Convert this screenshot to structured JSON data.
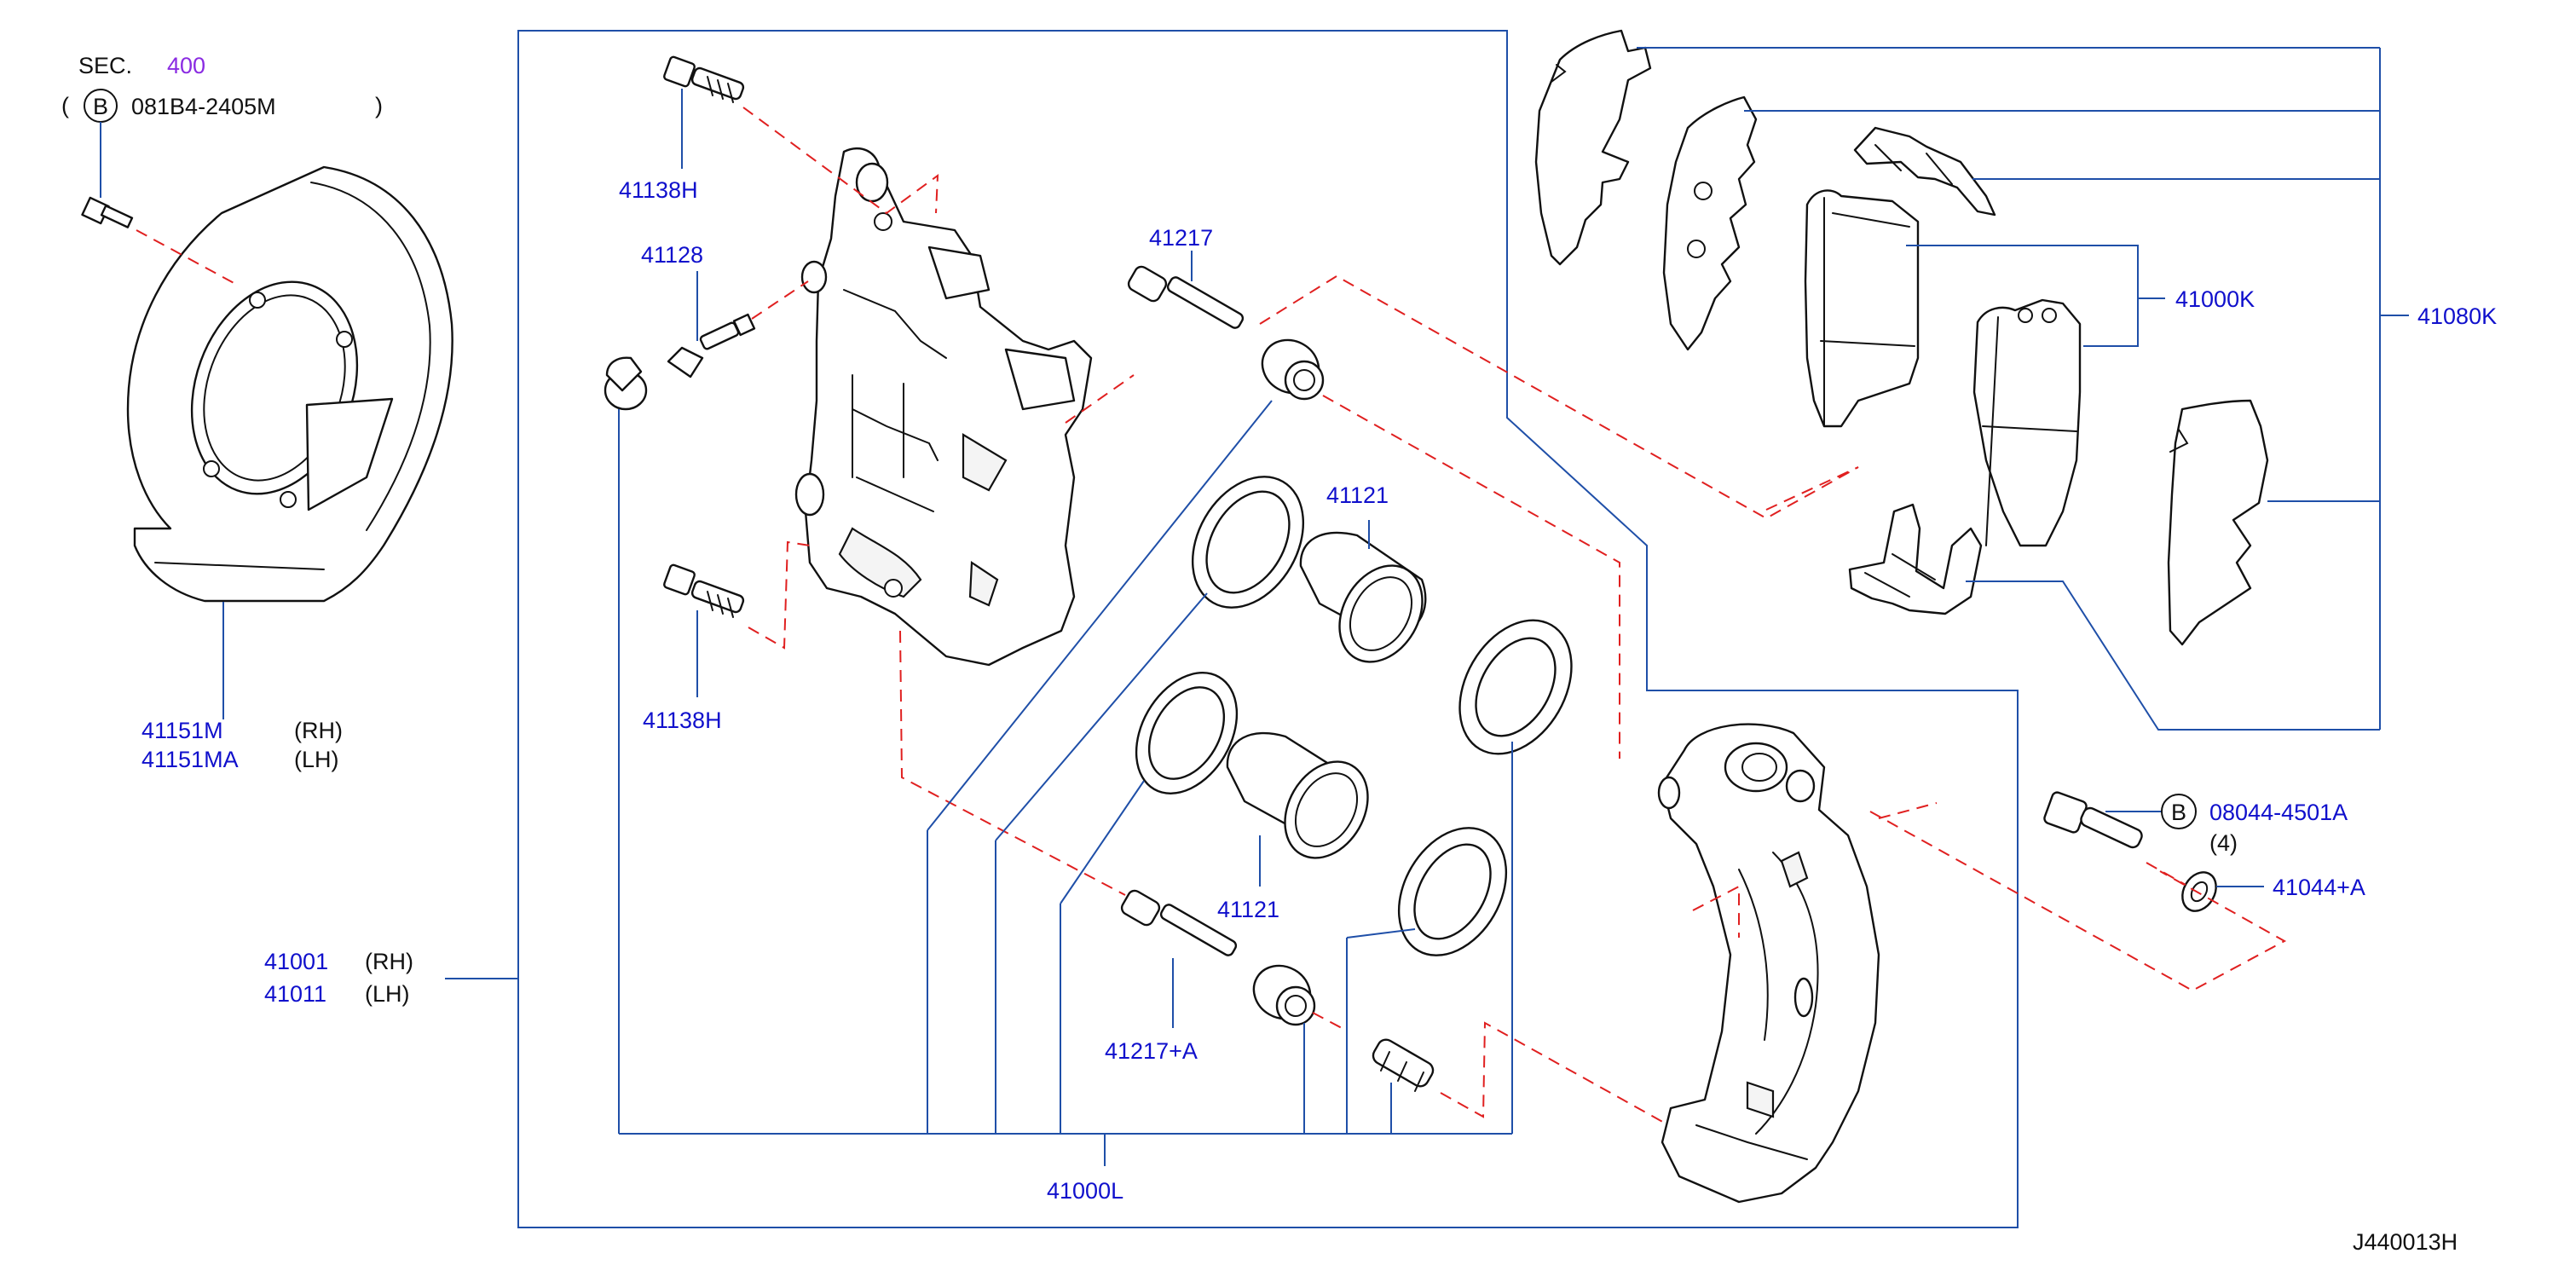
{
  "sec_ref": {
    "prefix": "SEC.",
    "number": "400"
  },
  "bolt_ref_top": {
    "badge": "B",
    "part": "081B4-2405M"
  },
  "bolt_ref_right": {
    "badge": "B",
    "part": "08044-4501A",
    "qty": "(4)"
  },
  "labels": {
    "p41138h_top": "41138H",
    "p41128": "41128",
    "p41138h_bottom": "41138H",
    "p41217": "41217",
    "p41121_top": "41121",
    "p41121_bottom": "41121",
    "p41217a": "41217+A",
    "p41000l": "41000L",
    "p41000k": "41000K",
    "p41080k": "41080K",
    "p41044a": "41044+A",
    "p41151m": "41151M",
    "p41151ma": "41151MA",
    "p41001": "41001",
    "p41011": "41011"
  },
  "sides": {
    "rh": "(RH)",
    "lh": "(LH)"
  },
  "diagram_code": "J440013H",
  "colors": {
    "part_number": "#1010cc",
    "leader": "#1f4fa8",
    "dash_line": "#e02020",
    "sec_number": "#8a2be2"
  }
}
